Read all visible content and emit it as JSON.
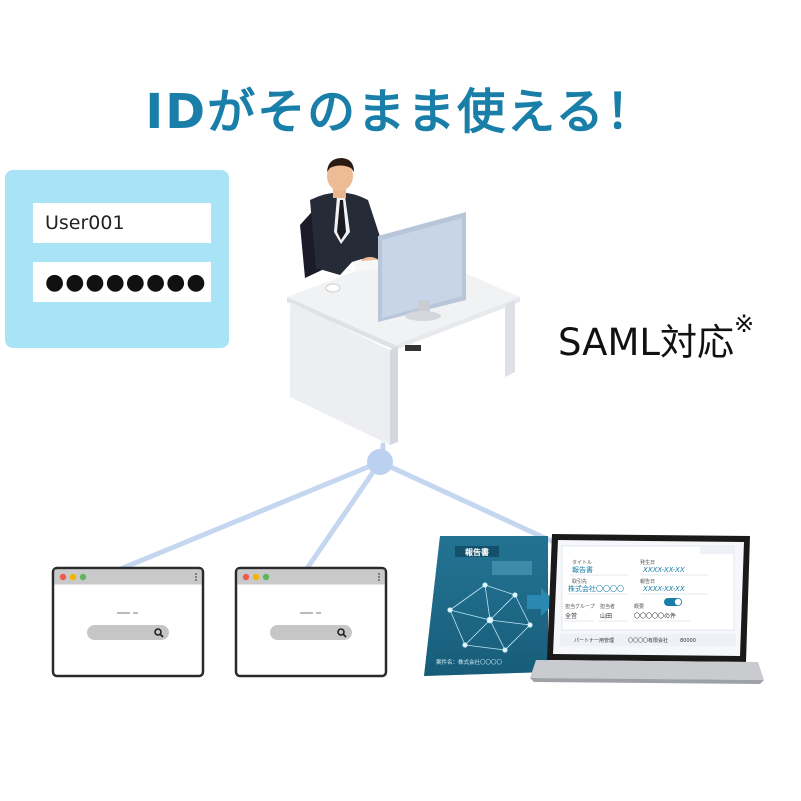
{
  "title": "IDがそのまま使える！",
  "login": {
    "username": "User001",
    "password_mask": "●●●●●●●●"
  },
  "saml": {
    "label": "SAML対応",
    "note_mark": "※"
  },
  "report_sheet": {
    "title": "報告書",
    "footer": "案件名：株式会社〇〇〇〇"
  },
  "laptop_form": {
    "title_label": "タイトル",
    "title_value": "報告書",
    "date_label": "発生日",
    "date_value": "XXXX-XX-XX",
    "company_label": "取引先",
    "company_value": "株式会社〇〇〇〇",
    "report_date_label": "報告日",
    "report_date_value": "XXXX-XX-XX",
    "group_label": "担当グループ",
    "group_value": "全営",
    "owner_label": "担当者",
    "owner_value": "山田",
    "summary_label": "概要",
    "summary_value": "〇〇〇〇〇の件",
    "bottom_left": "パートナー用管理",
    "bottom_mid": "〇〇〇〇有限会社",
    "bottom_right": "80000"
  },
  "colors": {
    "title": "#1a7fa8",
    "login_card": "#a9e4f6",
    "network_line": "#c5d6f0",
    "hub_node": "#bcd0ef",
    "browser_bar": "#c9c9c9",
    "report_sheet": "#1f6b8a",
    "accent": "#1a7fa8"
  },
  "icons": [
    "search-icon",
    "user-at-desk",
    "monitor",
    "laptop",
    "network-hub"
  ]
}
